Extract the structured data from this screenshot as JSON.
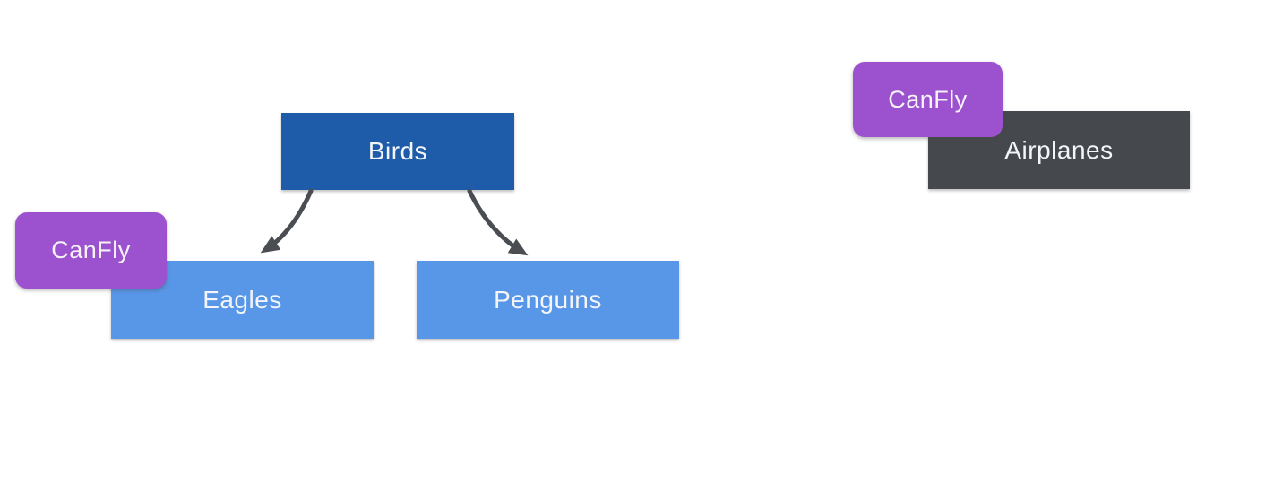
{
  "slide": {
    "background_color": "#FFFFFF"
  },
  "nodes": {
    "birds": {
      "label": "Birds",
      "fill": "#1E5CA9",
      "text_color": "#F3F5F8"
    },
    "eagles": {
      "label": "Eagles",
      "fill": "#5896E8",
      "text_color": "#F3F5F8"
    },
    "penguins": {
      "label": "Penguins",
      "fill": "#5896E8",
      "text_color": "#F3F5F8"
    },
    "airplanes": {
      "label": "Airplanes",
      "fill": "#45494D",
      "text_color": "#F3F5F8"
    }
  },
  "badges": {
    "eagles_canfly": {
      "label": "CanFly",
      "fill": "#9C52CE",
      "attached_to": "eagles"
    },
    "airplanes_canfly": {
      "label": "CanFly",
      "fill": "#9C52CE",
      "attached_to": "airplanes"
    }
  },
  "edges": [
    {
      "from": "birds",
      "to": "eagles",
      "style": "curved-arrow",
      "color": "#4A4E52"
    },
    {
      "from": "birds",
      "to": "penguins",
      "style": "curved-arrow",
      "color": "#4A4E52"
    }
  ]
}
